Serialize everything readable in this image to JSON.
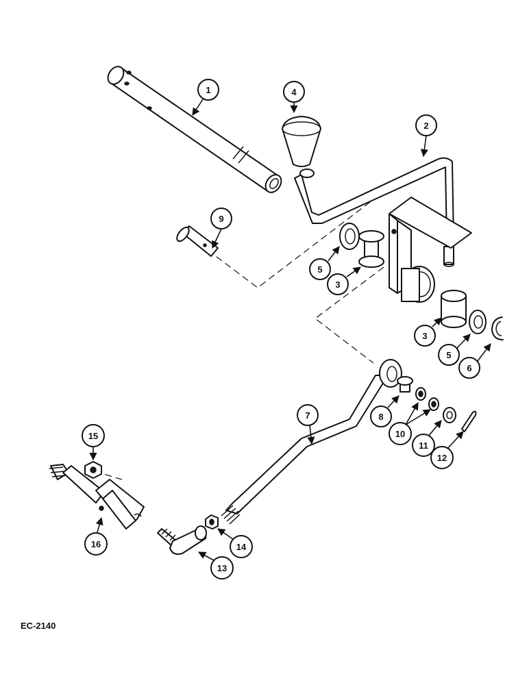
{
  "callouts": {
    "c1": "1",
    "c2": "2",
    "c3a": "3",
    "c3b": "3",
    "c4": "4",
    "c5a": "5",
    "c5b": "5",
    "c6": "6",
    "c7": "7",
    "c8": "8",
    "c9": "9",
    "c10": "10",
    "c11": "11",
    "c12": "12",
    "c13": "13",
    "c14": "14",
    "c15": "15",
    "c16": "16"
  },
  "drawing_code": "EC-2140"
}
